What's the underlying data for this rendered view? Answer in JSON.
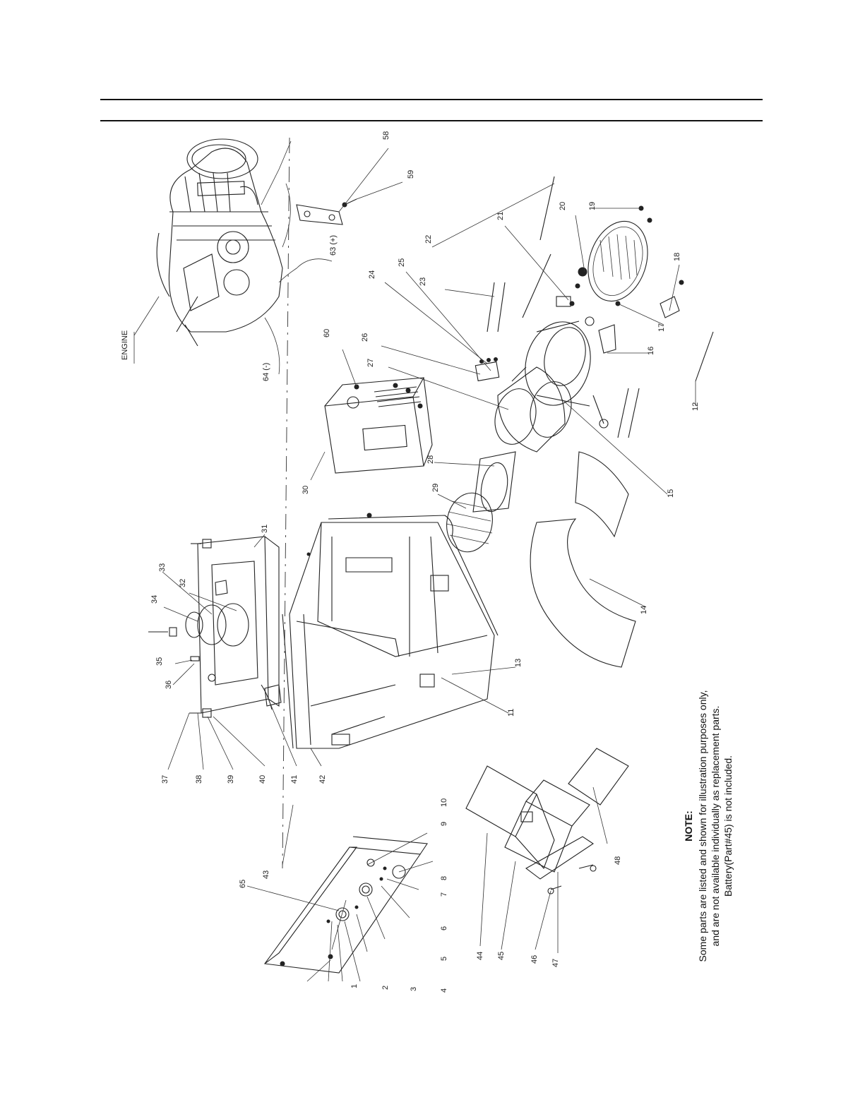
{
  "header": {
    "engine_label": "ENGINE"
  },
  "callouts": [
    "1",
    "2",
    "3",
    "4",
    "5",
    "6",
    "7",
    "8",
    "9",
    "10",
    "11",
    "12",
    "13",
    "14",
    "15",
    "16",
    "17",
    "18",
    "19",
    "20",
    "21",
    "22",
    "23",
    "24",
    "25",
    "26",
    "27",
    "28",
    "29",
    "30",
    "31",
    "32",
    "33",
    "34",
    "35",
    "36",
    "37",
    "38",
    "39",
    "40",
    "41",
    "42",
    "43",
    "44",
    "45",
    "46",
    "47",
    "48",
    "58",
    "59",
    "60",
    "63 (+)",
    "64 (-)",
    "65"
  ],
  "note": {
    "title": "NOTE:",
    "line1": "Some parts are listed and shown for illustration purposes only,",
    "line2": "and are not available individually as replacement parts.",
    "line3": "Battery(Part#45) is not included."
  }
}
